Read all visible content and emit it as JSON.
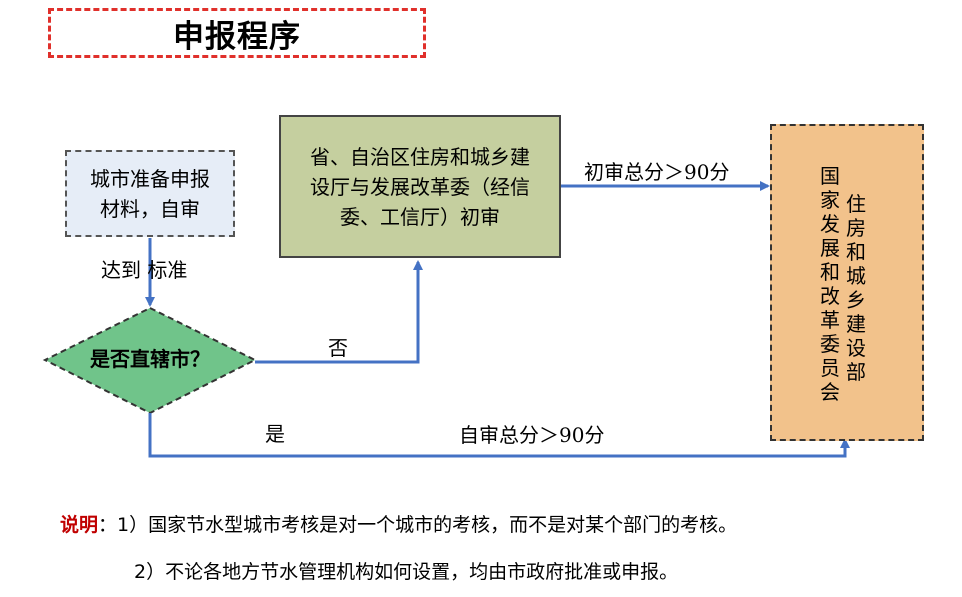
{
  "title": "申报程序",
  "nodes": {
    "city": {
      "line1": "城市准备申报",
      "line2": "材料，自审"
    },
    "decision": "是否直辖市？",
    "province": {
      "line1": "省、自治区住房和城乡建",
      "line2": "设厅与发展改革委（经信",
      "line3": "委、工信厅）初审"
    },
    "national": {
      "col_right": "住房和城乡建设部",
      "col_left": "国家发展和改革委员会"
    }
  },
  "edges": {
    "meets_standard": "达到 标准",
    "no": "否",
    "yes": "是",
    "initial_score": "初审总分＞90分",
    "self_score": "自审总分＞90分"
  },
  "notes": {
    "key": "说明",
    "colon": "：",
    "item1": "1）国家节水型城市考核是对一个城市的考核，而不是对某个部门的考核。",
    "item2": "2）不论各地方节水管理机构如何设置，均由市政府批准或申报。"
  },
  "colors": {
    "title_border": "#e0302b",
    "arrow": "#4472c4",
    "city_fill": "#e6edf7",
    "province_fill": "#c5cf9f",
    "national_fill": "#f2c28b",
    "decision_fill": "#70c48a",
    "note_key": "#c00000"
  }
}
